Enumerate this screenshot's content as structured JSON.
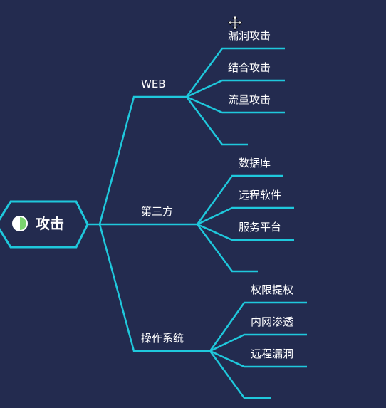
{
  "root": {
    "label": "攻击",
    "icon": "half-circle-icon"
  },
  "branches": [
    {
      "label": "WEB",
      "children": [
        "漏洞攻击",
        "结合攻击",
        "流量攻击",
        ""
      ]
    },
    {
      "label": "第三方",
      "children": [
        "数据库",
        "远程软件",
        "服务平台",
        ""
      ]
    },
    {
      "label": "操作系统",
      "children": [
        "权限提权",
        "内网渗透",
        "远程漏洞",
        ""
      ]
    }
  ],
  "colors": {
    "background": "#232b4f",
    "line": "#1fc8dc",
    "text": "#ffffff",
    "icon_green": "#7ad36e"
  }
}
